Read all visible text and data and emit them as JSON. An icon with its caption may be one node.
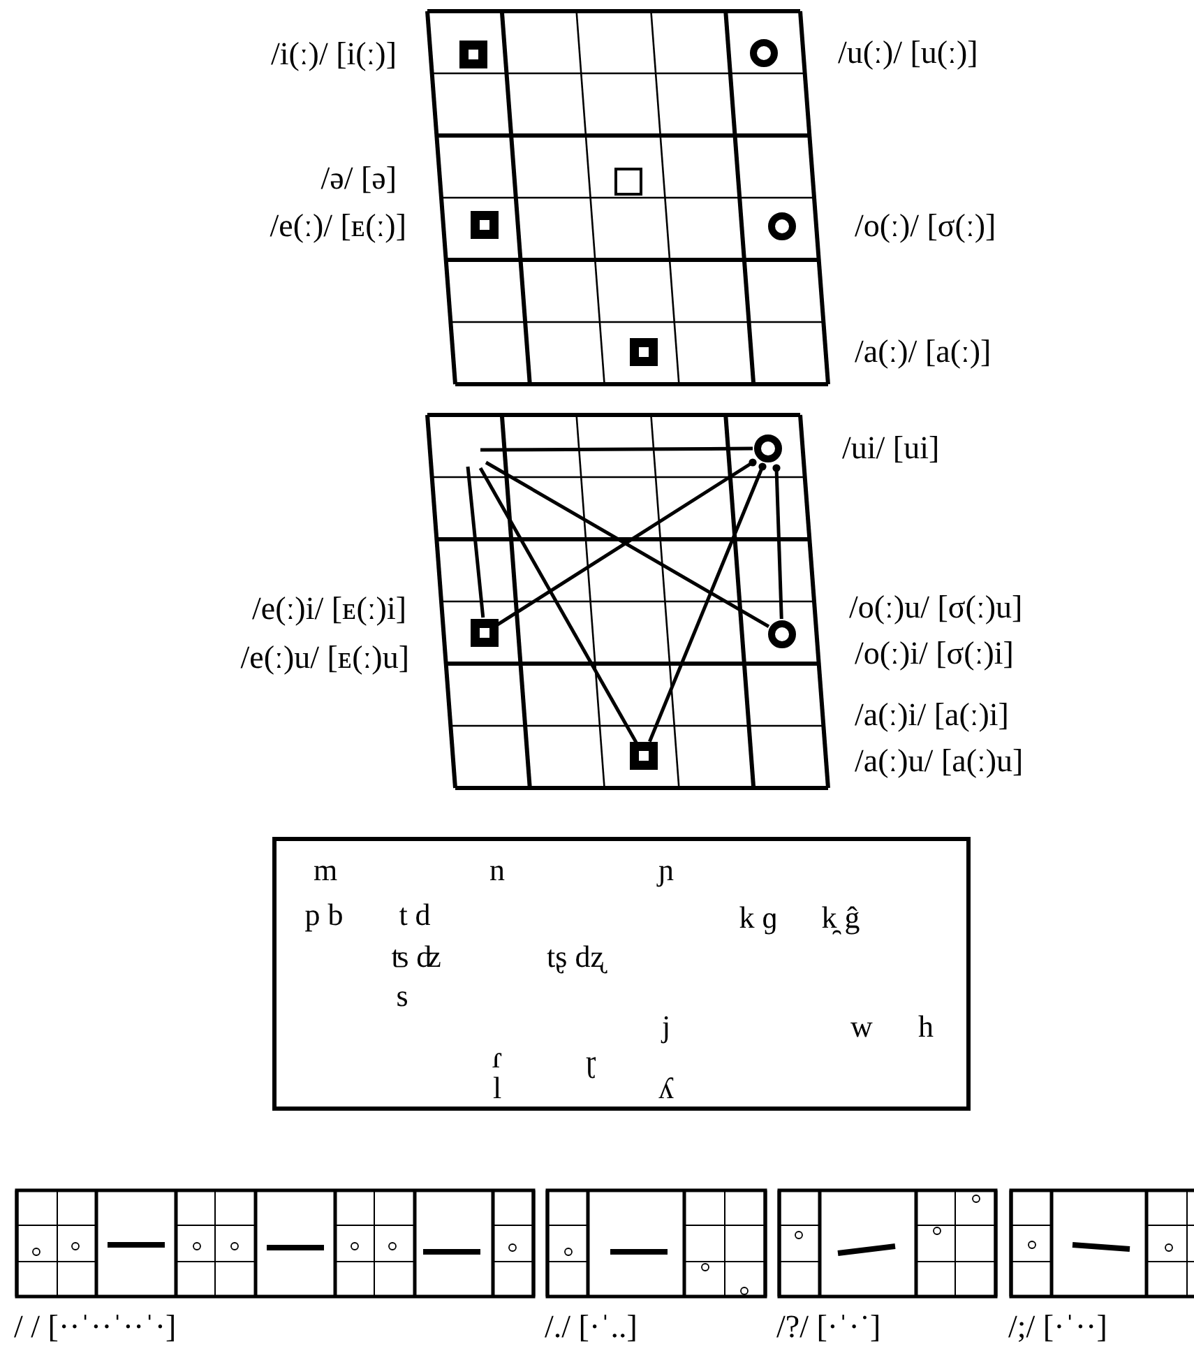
{
  "diagram": {
    "nodes": [
      {
        "text": [],
        "shape": "box",
        "beside": [
          "/i(ː)/ [i(ː)]"
        ]
      },
      {
        "text": [],
        "shape": "circle",
        "beside": [
          "/u(ː)/ [u(ː)]"
        ]
      },
      {
        "text": [],
        "shape": "box"
      },
      {
        "text": [],
        "shape": "box",
        "beside": [
          "/e(ː)/ [ᴇ(ː)]"
        ]
      },
      {
        "text": [],
        "shape": "circle",
        "beside": [
          "/o(ː)/ [σ(ː)]"
        ]
      },
      {
        "text": [],
        "shape": "box"
      },
      {
        "text": [],
        "shape": "circle",
        "beside": [
          "/ui/ [ui]"
        ]
      },
      {
        "text": [],
        "shape": "box",
        "beside": [
          "/e(ː)i/ [ᴇ(ː)i]",
          "/e(ː)u/ [ᴇ(ː)u]"
        ]
      },
      {
        "text": [],
        "shape": "circle",
        "beside": [
          "/o(ː)u/ [σ(ː)u]",
          "/o(ː)i/ [σ(ː)i]"
        ]
      },
      {
        "text": [],
        "shape": "box",
        "beside": [
          "/a(ː)i/ [a(ː)i]",
          "/a(ː)u/ [a(ː)u]"
        ]
      },
      {
        "text": [
          "m",
          "n",
          "ɲ",
          "p b",
          "t d",
          "k ɡ",
          "k̯ ĝ",
          "ʦ ʣ",
          "tʂ dʐ",
          "s",
          "j",
          "w",
          "h",
          "ɾ",
          "ɽ",
          "l",
          "ʎ"
        ]
      }
    ],
    "edges": [
      {
        "from": null,
        "to": 6,
        "arrow": "none"
      },
      {
        "from": null,
        "to": 7,
        "arrow": "none"
      },
      {
        "from": null,
        "to": 9,
        "arrow": "none"
      },
      {
        "from": null,
        "to": 8,
        "arrow": "none"
      },
      {
        "from": 7,
        "to": 6,
        "arrow": "other"
      },
      {
        "from": 9,
        "to": 6,
        "arrow": "other"
      },
      {
        "from": 8,
        "to": 6,
        "arrow": "other"
      }
    ],
    "labels": [
      "/ə/ [ə]",
      "/a(ː)/ [a(ː)]",
      "/ / [··ˈ··ˈ··ˈ·]",
      "/./ [·ˈ..]",
      "/?/ [·ˈ·˙]",
      "/;/ [·ˈ··]"
    ]
  }
}
